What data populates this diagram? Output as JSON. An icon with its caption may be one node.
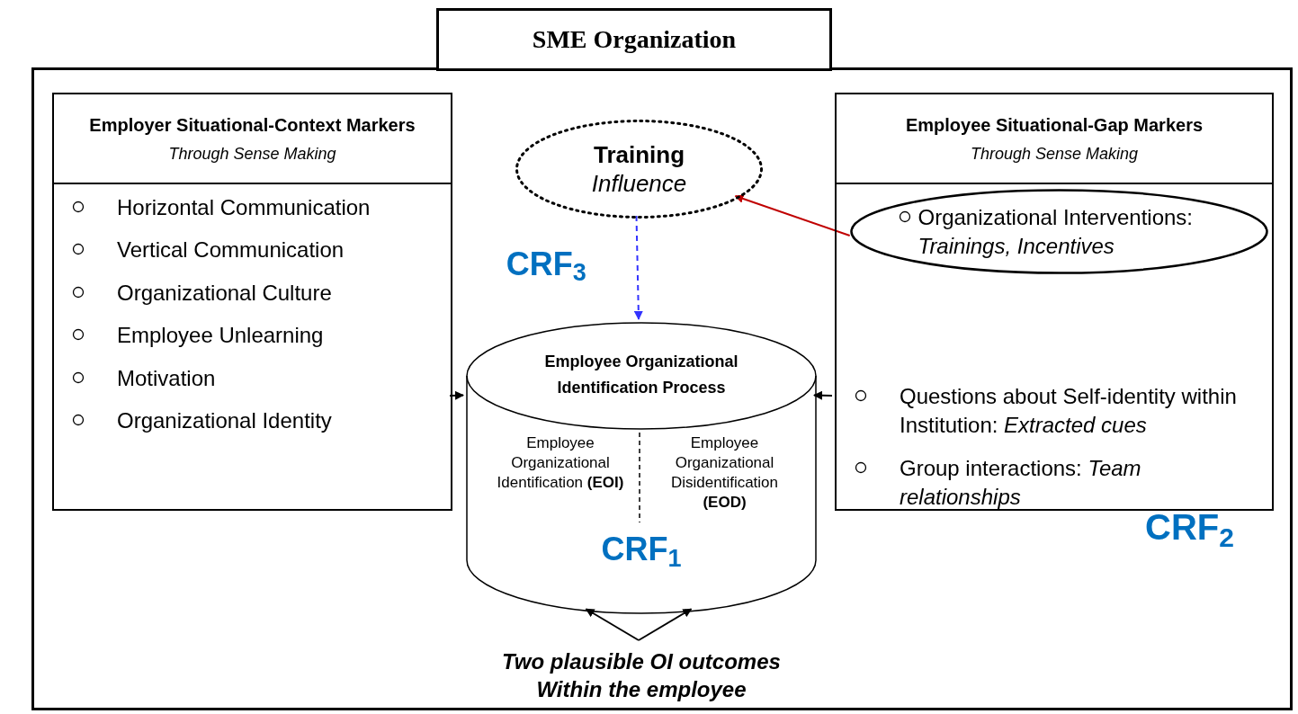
{
  "diagram": {
    "nodes": [
      {
        "text": [
          "SME Organization"
        ]
      },
      {
        "text": [
          "Employer Situational-Context Markers",
          "Through Sense Making",
          "Horizontal Communication",
          "Vertical Communication",
          "Organizational Culture",
          "Employee Unlearning",
          "Motivation",
          "Organizational Identity"
        ],
        "in": 0
      },
      {
        "text": [
          "Training",
          "Influence"
        ],
        "in": 0
      },
      {
        "text": [
          "Employee Situational-Gap Markers",
          "Through Sense Making",
          "Questions about Self-identity within Institution: *Extracted cues*",
          "Group interactions: *Team relationships*"
        ],
        "in": 0
      },
      {
        "text": [
          "Organizational Interventions: *Trainings, Incentives*"
        ],
        "in": 3
      },
      {
        "text": [
          "Employee Organizational Identification Process",
          "Employee Organizational Identification **(EOI)**",
          "Employee Organizational Disidentification **(EOD)**",
          "CRF$_{1}$"
        ],
        "in": 0
      },
      {
        "text": [
          "Two plausible OI outcomes Within the employee"
        ],
        "in": 0
      }
    ],
    "edges": [
      {
        "from": 2,
        "to": 5,
        "arrow": "to",
        "label": "CRF$_{3}$",
        "style": "dashed",
        "color": "#3333ff"
      },
      {
        "from": 4,
        "to": 2,
        "arrow": "to",
        "color": "#c00000"
      },
      {
        "from": 1,
        "to": 5,
        "arrow": "to"
      },
      {
        "from": 3,
        "to": 5,
        "arrow": "to"
      },
      {
        "from": 6,
        "to": 5,
        "arrow": "to"
      },
      {
        "from": 6,
        "to": 5,
        "arrow": "to"
      }
    ],
    "labels": [
      "CRF$_{2}$"
    ]
  }
}
